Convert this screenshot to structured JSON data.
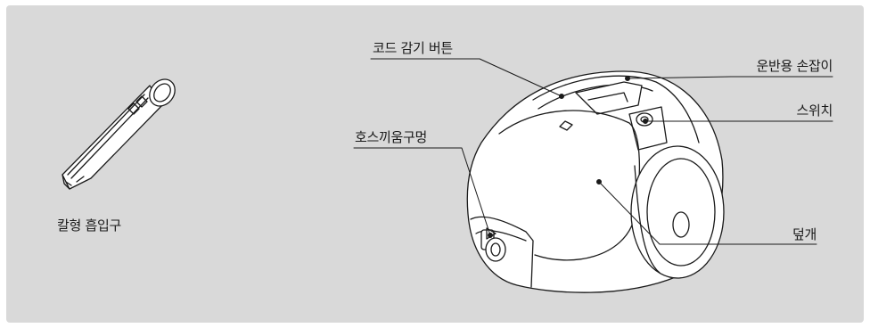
{
  "tool": {
    "caption": "칼형 흡입구"
  },
  "callouts": {
    "cord_rewind_button": "코드 감기 버튼",
    "carry_handle": "운반용 손잡이",
    "switch": "스위치",
    "hose_socket": "호스끼움구멍",
    "cover": "덮개"
  },
  "colors": {
    "panel_bg": "#d9d9d9",
    "line": "#1a1a1a",
    "body_fill": "#ffffff"
  }
}
